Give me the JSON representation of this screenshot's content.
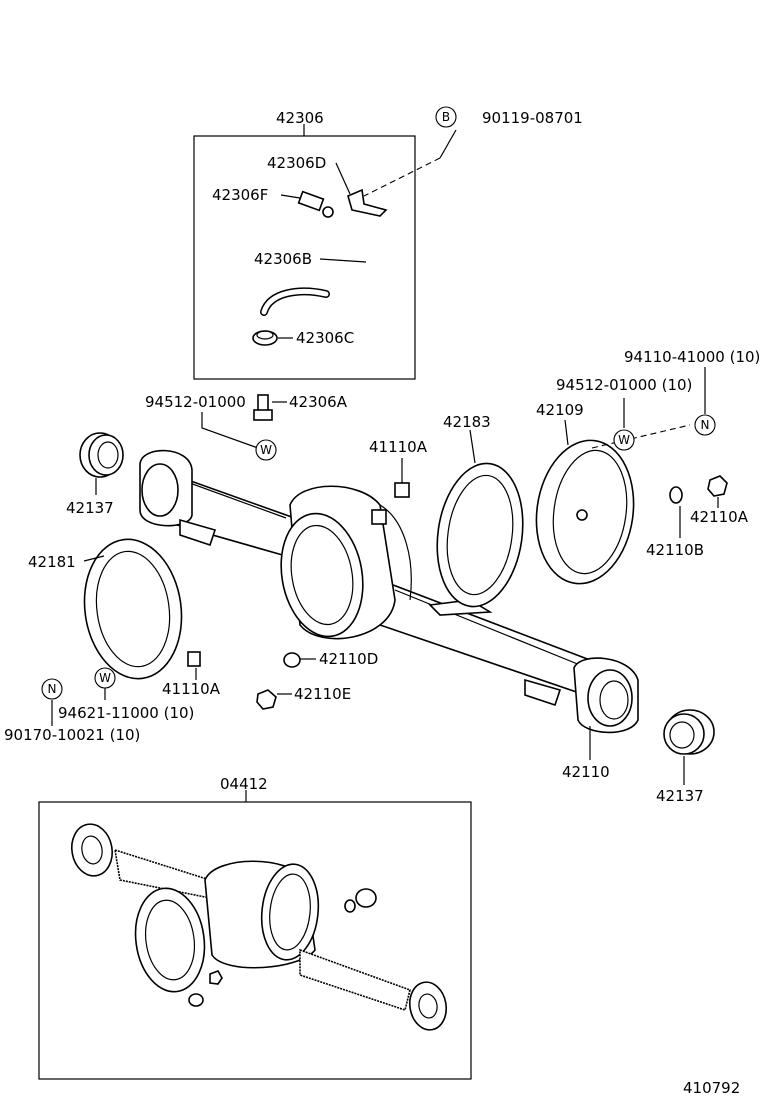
{
  "labels": {
    "p42306": "42306",
    "p42306D": "42306D",
    "p42306F": "42306F",
    "p42306B": "42306B",
    "p42306C": "42306C",
    "p90119": "90119-08701",
    "p94110": "94110-41000 (10)",
    "p94512b": "94512-01000 (10)",
    "p94512a": "94512-01000",
    "p42306A": "42306A",
    "p42183": "42183",
    "p42109": "42109",
    "p41110A_top": "41110A",
    "p42137_left": "42137",
    "p42181": "42181",
    "p42110A": "42110A",
    "p42110B": "42110B",
    "p41110A_low": "41110A",
    "p42110D": "42110D",
    "p42110E": "42110E",
    "p94621": "94621-11000 (10)",
    "p90170": "90170-10021 (10)",
    "p42110": "42110",
    "p42137_right": "42137",
    "p04412": "04412",
    "diagram_id": "410792"
  },
  "markers": {
    "B": "B",
    "N_top": "N",
    "W_top": "W",
    "W_mid": "W",
    "W_low": "W",
    "N_low": "N"
  }
}
